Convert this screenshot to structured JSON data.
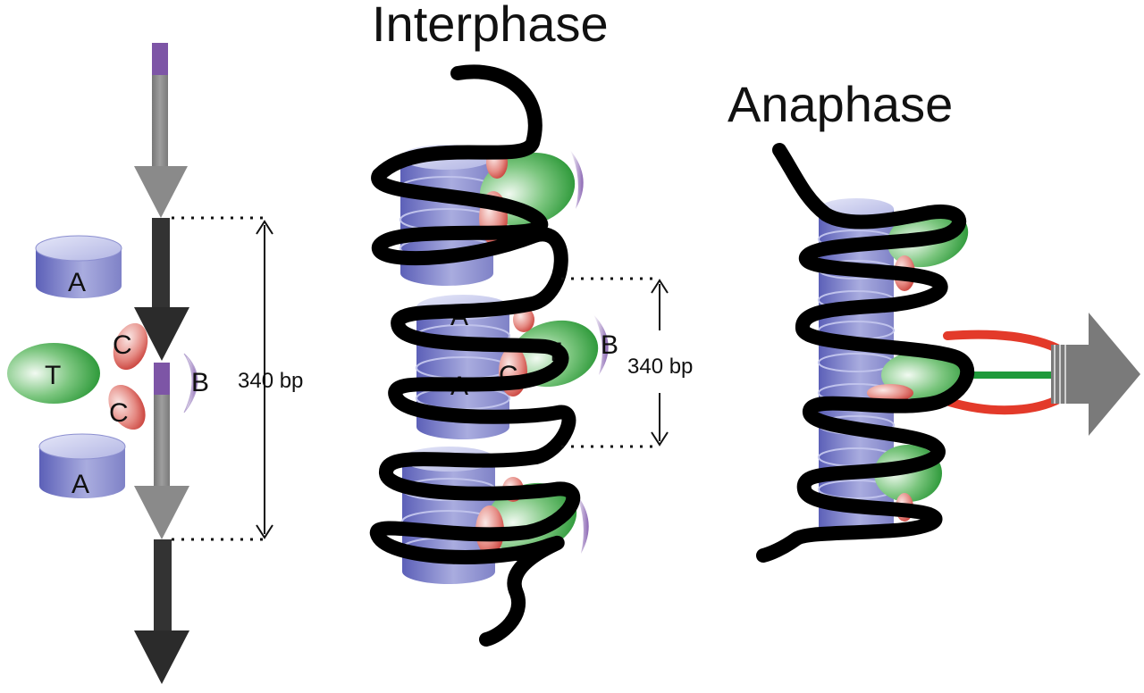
{
  "titles": {
    "interphase": "Interphase",
    "anaphase": "Anaphase"
  },
  "labels": {
    "a": "A",
    "b": "B",
    "c": "C",
    "t": "T",
    "distance": "340 bp"
  },
  "colors": {
    "histone_blue": "#7b7fc6",
    "histone_top": "#c9cdf0",
    "cenpb_purple": "#7d55a6",
    "cenpc_red": "#d94b45",
    "cenpt_green": "#3fa64a",
    "dna_black": "#000000",
    "arrow_grey": "#8a8a8a",
    "arrow_dark": "#333333",
    "microtubule_red": "#e33a2a",
    "microtubule_green": "#1f9a3b"
  }
}
